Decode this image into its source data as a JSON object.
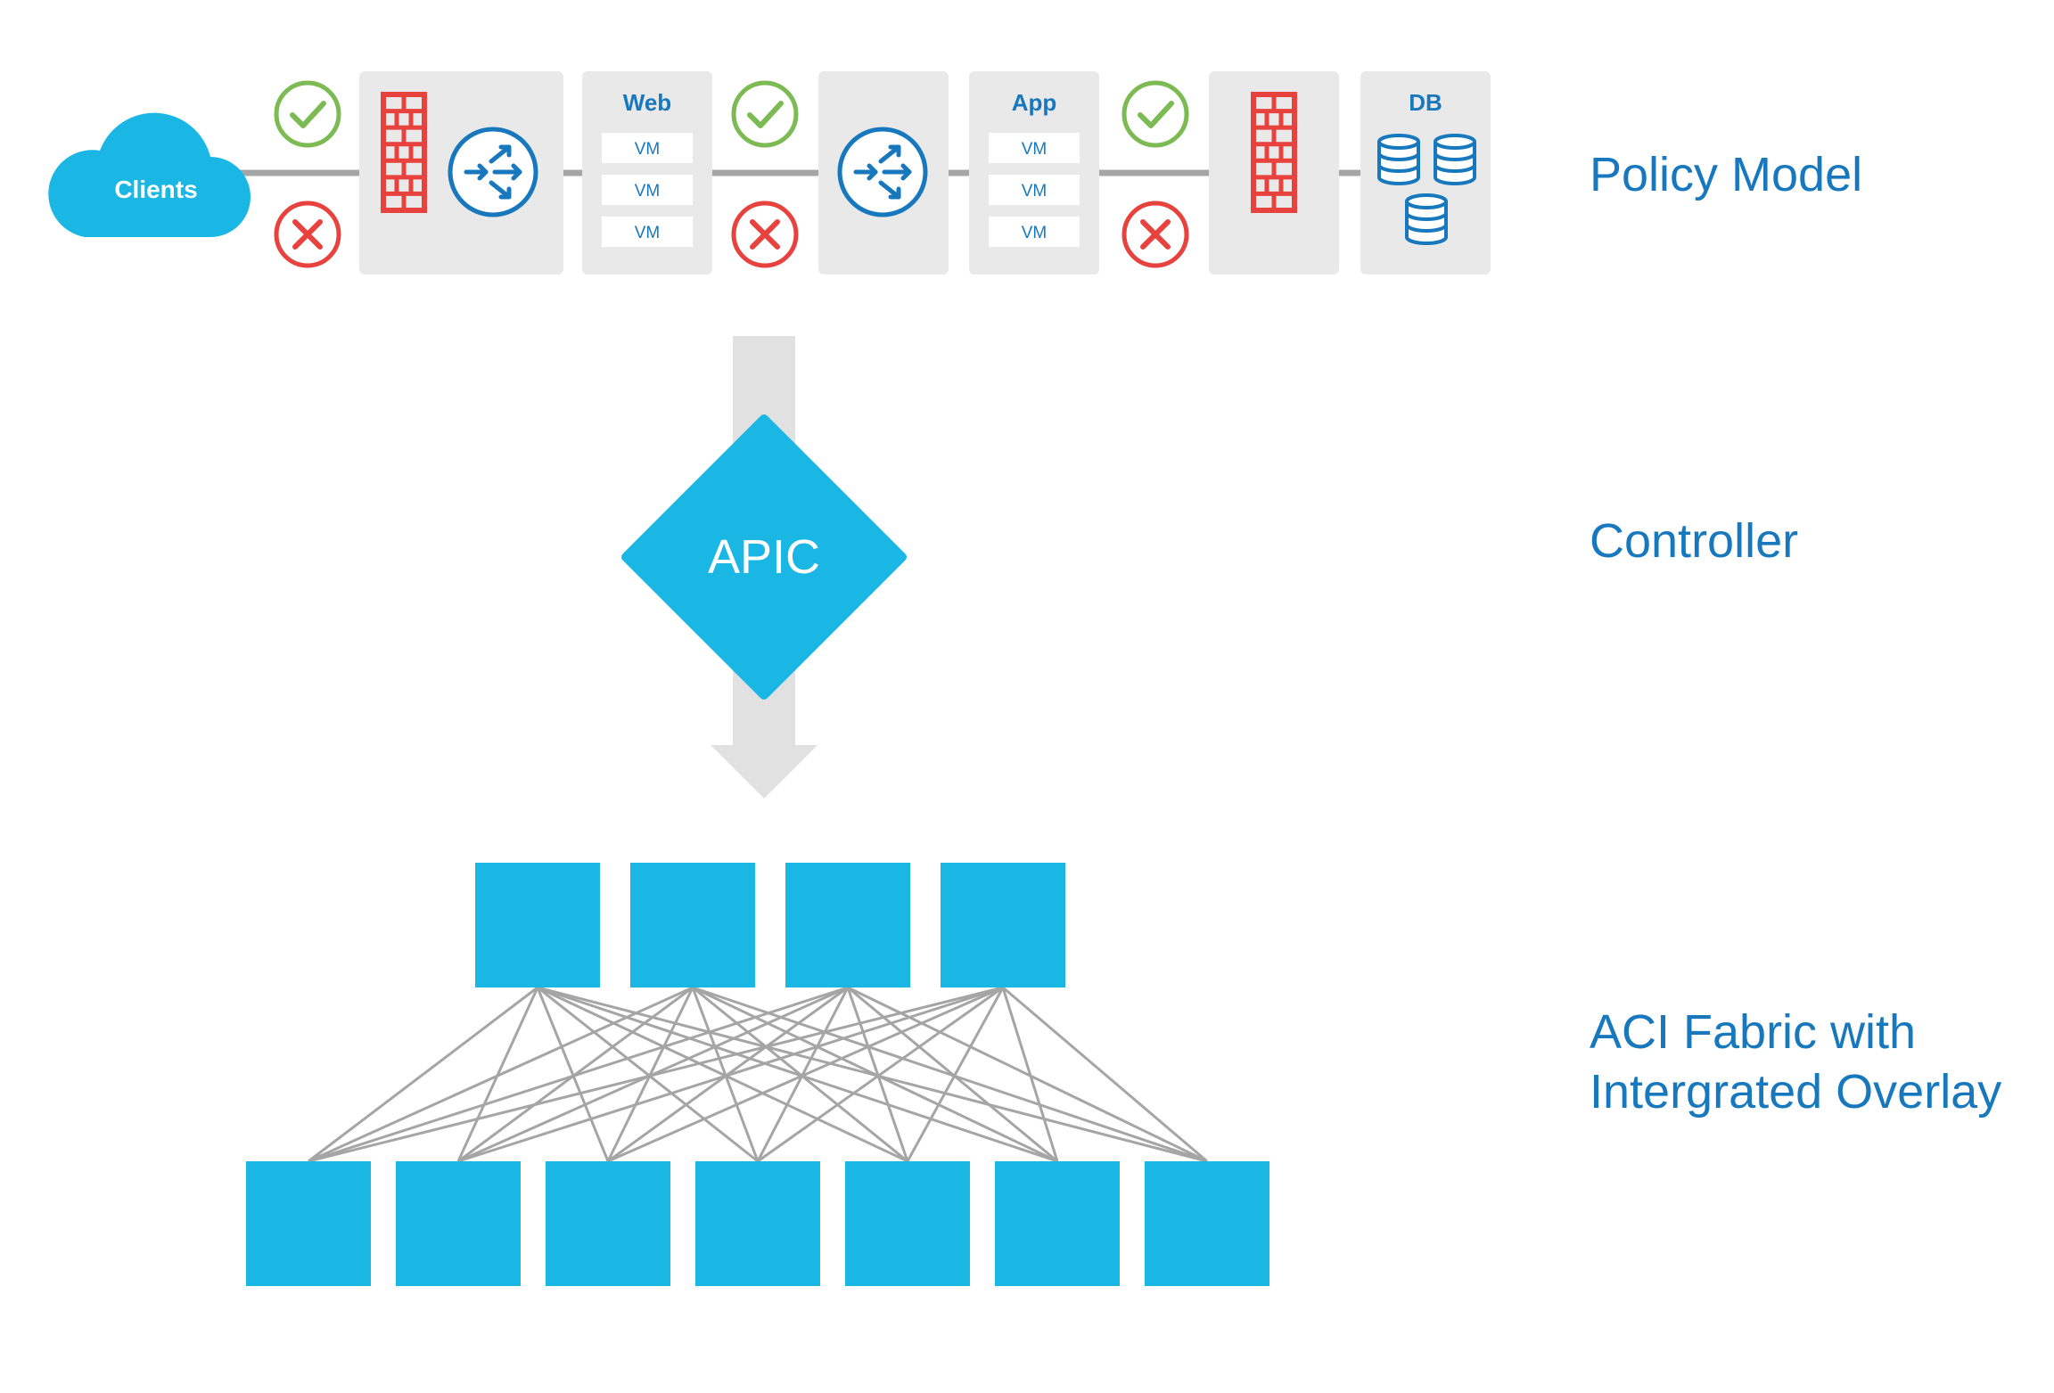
{
  "colors": {
    "accent_blue": "#1ab7e4",
    "label_blue": "#1878be",
    "firewall_red": "#e8423e",
    "allow_green": "#7cba53",
    "deny_red": "#e8423e",
    "panel_gray": "#e9e9e9",
    "line_gray": "#a5a5a5",
    "arrow_gray": "#e1e1e1"
  },
  "policy_model": {
    "clients_label": "Clients",
    "web": {
      "title": "Web",
      "vms": [
        "VM",
        "VM",
        "VM"
      ]
    },
    "app": {
      "title": "App",
      "vms": [
        "VM",
        "VM",
        "VM"
      ]
    },
    "db": {
      "title": "DB"
    }
  },
  "controller": {
    "label": "APIC"
  },
  "tiers": {
    "policy_model": "Policy Model",
    "controller": "Controller",
    "fabric_line1": "ACI Fabric with",
    "fabric_line2": "Intergrated Overlay"
  },
  "fabric": {
    "spine_count": 4,
    "leaf_count": 7
  }
}
